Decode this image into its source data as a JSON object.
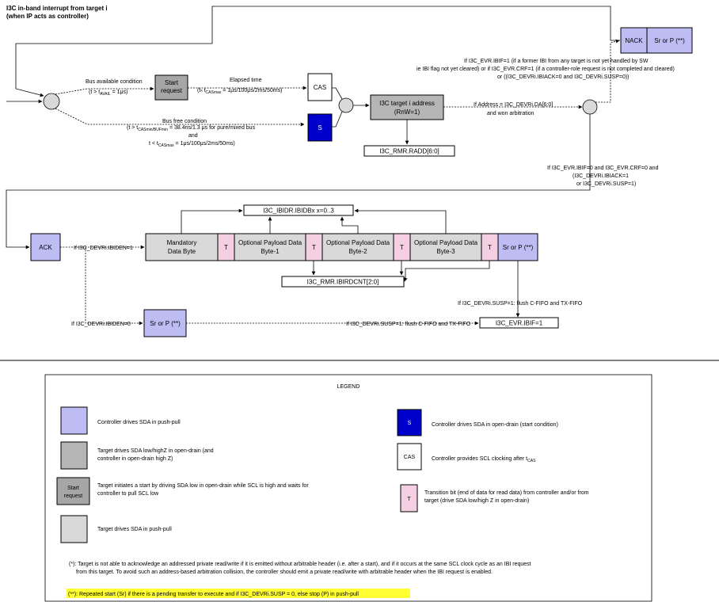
{
  "title": {
    "line1": "I3C in-band interrupt from target i",
    "line2": "(when IP acts as controller)"
  },
  "colors": {
    "controller_push_pull": "#bdbdf4",
    "controller_open_drain": "#0000cc",
    "target_open_drain": "#b5b5b5",
    "target_push_pull": "#d9d9d9",
    "transition_bit": "#f4cfe1",
    "highlight": "#ffff33"
  },
  "nodes": {
    "start_request": {
      "line1": "Start",
      "line2": "request"
    },
    "cas": "CAS",
    "s": "S",
    "target_address": {
      "line1": "I3C target i address",
      "line2": "(RnW=1)"
    },
    "nack": "NACK",
    "sr_or_p_top": "Sr or P (**)",
    "rmr_radd": "I3C_RMR.RADD[6:0]",
    "ack": "ACK",
    "mandatory": {
      "line1": "Mandatory",
      "line2": "Data Byte"
    },
    "t": "T",
    "payload1": {
      "line1": "Optional Payload Data",
      "line2": "Byte-1"
    },
    "payload2": {
      "line1": "Optional Payload Data",
      "line2": "Byte-2"
    },
    "payload3": {
      "line1": "Optional Payload Data",
      "line2": "Byte-3"
    },
    "sr_or_p_mid": "Sr or P (**)",
    "ibidr": "I3C_IBIDR.IBIDBx x=0..3",
    "ibirdcnt": "I3C_RMR.IBIRDCNT[2:0]",
    "sr_or_p_low": "Sr or P (**)",
    "evr_ibif": "I3C_EVR.IBIF=1"
  },
  "labels": {
    "bus_available": "Bus available condition",
    "t_avail_pre": "(t > t",
    "t_avail_sub": "AVAIL",
    "t_avail_post": " = 1μs)",
    "elapsed_time": "Elapsed time",
    "cas_pre": "(t",
    "cas_lt": "< ",
    "cas_t": "t",
    "cas_sub": "CASmax",
    "cas_post": " = 1μs/100μs/2ms/50ms)",
    "bus_free": "Bus free condition",
    "bus_free_pre": "(t > t",
    "bus_free_sub": "CASmin/BUFmin",
    "bus_free_post": " = 38.4ns/1.3 μs for pure/mixed bus",
    "and": "and",
    "t_cas_pre": "t < t",
    "t_cas_sub": "CASmax",
    "t_cas_post": " = 1μs/100μs/2ms/50ms)",
    "if_address_line1": "If Address = I3C_DEVRi.DA[6:0]",
    "if_address_line2": "and won arbitration",
    "nack_cond_line1": "If I3C_EVR.IBIF=1 (if a former IBI from any target is not yet handled by SW",
    "nack_cond_line2": "ie IBI flag not yet cleared) or if I3C_EVR.CRF=1 (if a controller-role request is not completed and cleared)",
    "nack_cond_line3": "or ((I3C_DEVRi.IBIACK=0 and I3C_DEVRi.SUSP=0))",
    "ack_cond_line1": "If I3C_EVR.IBIF=0 and I3C_EVR.CRF=0 and",
    "ack_cond_line2": "(I3C_DEVRi.IBIACK=1",
    "ack_cond_line3": "or I3C_DEVRi.SUSP=1)",
    "ibiden1": "If I3C_DEVRi.IBIDEN=1",
    "ibiden0": "If I3C_DEVRi.IBIDEN=0",
    "susp_flush_1": "If I3C_DEVRi.SUSP=1: flush C-FIFO and TX-FIFO",
    "susp_flush_2": "If I3C_DEVRi.SUSP=1: flush C-FIFO and TX-FIFO"
  },
  "legend": {
    "title": "LEGEND",
    "ctrl_push_pull": "Controller drives SDA in push-pull",
    "target_open_drain_1": "Target drives SDA low/highZ in open-drain (and",
    "target_open_drain_2": "controller in open-drain high Z)",
    "start_req_1": "Target initiates a start by driving SDA low in open-drain while SCL is high and waits for",
    "start_req_2": "controller to pull SCL low",
    "target_push_pull": "Target drives SDA in push-pull",
    "ctrl_open_drain": "Controller drives SDA in open-drain (start condition)",
    "cas_pre": "Controller provides SCL clocking after t",
    "cas_sub": "CAS",
    "transition_1": "Transition bit (end of data for read data) from controller and/or from",
    "transition_2": "target (drive SDA low/high Z in open-drain)",
    "s": "S",
    "cas": "CAS",
    "t": "T",
    "start": "Start",
    "request": "request",
    "note1_line1": "(*): Target is not able to acknowledge an addressed private read/write if it is emitted without arbitrable header (i.e. after a start), and if it occurs at the same SCL clock cycle as an IBI request",
    "note1_line2": "from this target. To avoid such an address-based arbitration collision, the controller should emit a private read/write with arbitrable header when the IBI request is enabled.",
    "note2": "(**): Repeated start (Sr) if there is a pending transfer to execute and if I3C_DEVRi.SUSP = 0, else stop (P) in push-pull"
  }
}
